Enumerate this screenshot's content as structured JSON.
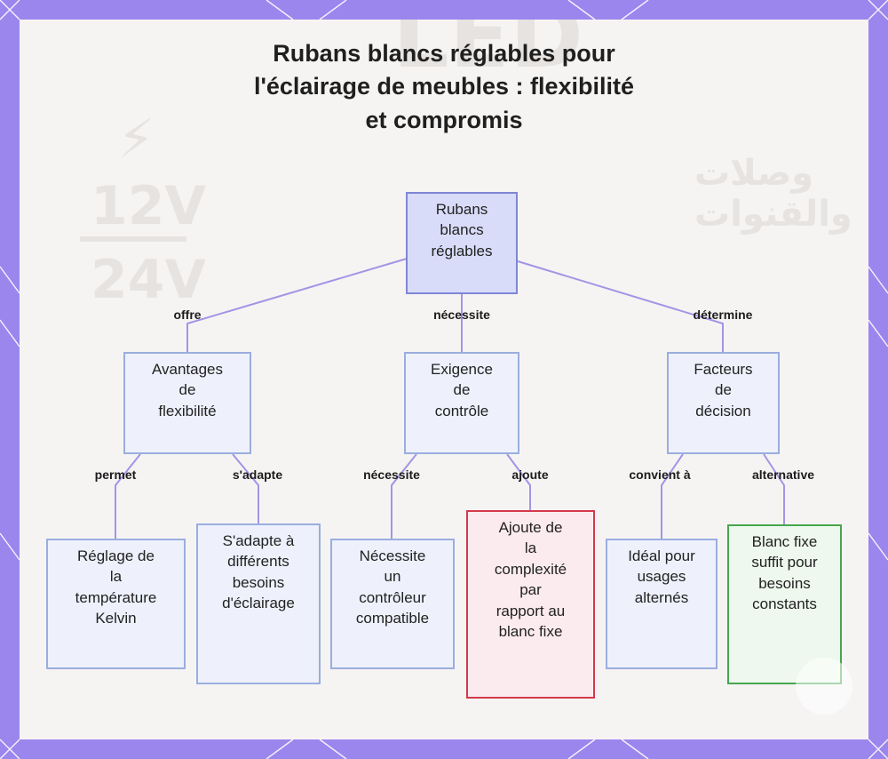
{
  "title_lines": [
    "Rubans blancs réglables pour",
    "l'éclairage de meubles : flexibilité",
    "et compromis"
  ],
  "background": {
    "volt_top": "12V",
    "volt_bottom": "24V",
    "headline": "LED",
    "arabic_text": "وصلات والقنوات"
  },
  "nodes": {
    "root": [
      "Rubans",
      "blancs",
      "réglables"
    ],
    "advantages": [
      "Avantages",
      "de",
      "flexibilité"
    ],
    "control": [
      "Exigence",
      "de",
      "contrôle"
    ],
    "decision": [
      "Facteurs",
      "de",
      "décision"
    ],
    "kelvin": [
      "Réglage de",
      "la",
      "température",
      "Kelvin"
    ],
    "adapt": [
      "S'adapte à",
      "différents",
      "besoins",
      "d'éclairage"
    ],
    "controller": [
      "Nécessite",
      "un",
      "contrôleur",
      "compatible"
    ],
    "complexity": [
      "Ajoute de",
      "la",
      "complexité",
      "par",
      "rapport au",
      "blanc fixe"
    ],
    "ideal": [
      "Idéal pour",
      "usages",
      "alternés"
    ],
    "fixed": [
      "Blanc fixe",
      "suffit pour",
      "besoins",
      "constants"
    ]
  },
  "edge_labels": {
    "offre": "offre",
    "necessite_top": "nécessite",
    "determine": "détermine",
    "permet": "permet",
    "sadapte": "s'adapte",
    "necessite_bottom": "nécessite",
    "ajoute": "ajoute",
    "convient": "convient à",
    "alternative": "alternative"
  },
  "colors": {
    "frame": "#9b86ee",
    "edge": "#a394e6",
    "node_fill": "#eef1fb",
    "node_border": "#9aaede",
    "root_fill": "#d8dcf8",
    "red_border": "#d4394a",
    "green_border": "#47a64e"
  }
}
